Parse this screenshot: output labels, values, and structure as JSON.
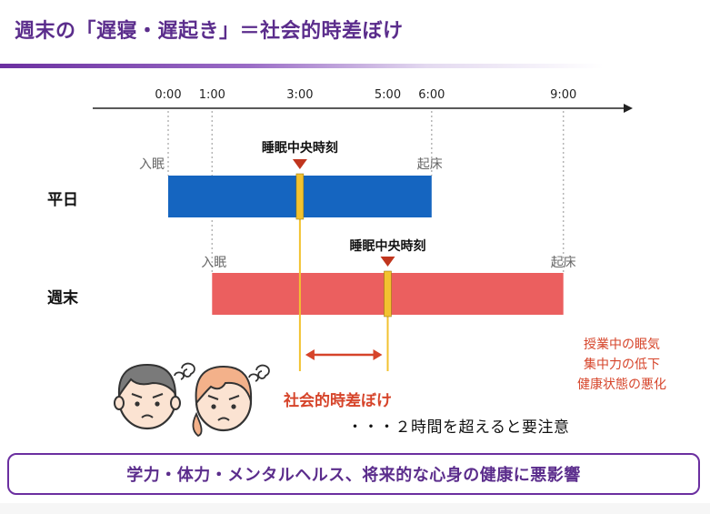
{
  "title": "週末の「遅寝・遅起き」＝社会的時差ぼけ",
  "axis": {
    "ticks": [
      {
        "label": "0:00",
        "hour": 0
      },
      {
        "label": "1:00",
        "hour": 1
      },
      {
        "label": "3:00",
        "hour": 3
      },
      {
        "label": "5:00",
        "hour": 5
      },
      {
        "label": "6:00",
        "hour": 6
      },
      {
        "label": "9:00",
        "hour": 9
      }
    ]
  },
  "weekday": {
    "label": "平日",
    "sleep_label": "入眠",
    "wake_label": "起床",
    "midpoint_label": "睡眠中央時刻",
    "sleep_hour": 0,
    "wake_hour": 6,
    "mid_hour": 3,
    "color": "#1565c0"
  },
  "weekend": {
    "label": "週末",
    "sleep_label": "入眠",
    "wake_label": "起床",
    "midpoint_label": "睡眠中央時刻",
    "sleep_hour": 1,
    "wake_hour": 9,
    "mid_hour": 5,
    "color": "#eb5f5f"
  },
  "midpoint_color": "#f2c230",
  "marker_color": "#c0351e",
  "arrow_color": "#d6442a",
  "jetlag_label": "社会的時差ぼけ",
  "note": "・・・２時間を超えると要注意",
  "effects": [
    "授業中の眠気",
    "集中力の低下",
    "健康状態の悪化"
  ],
  "bottom_message": "学力・体力・メンタルヘルス、将来的な心身の健康に悪影響"
}
